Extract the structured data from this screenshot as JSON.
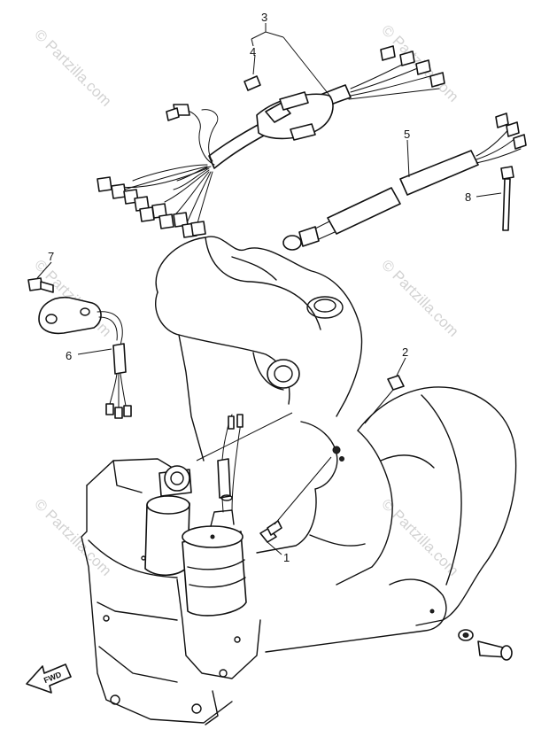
{
  "watermark": "© Partzilla.com",
  "callouts": {
    "c1": "1",
    "c2": "2",
    "c3": "3",
    "c4": "4",
    "c5": "5",
    "c6": "6",
    "c7": "7",
    "c8": "8"
  },
  "direction_arrow": "FWD"
}
